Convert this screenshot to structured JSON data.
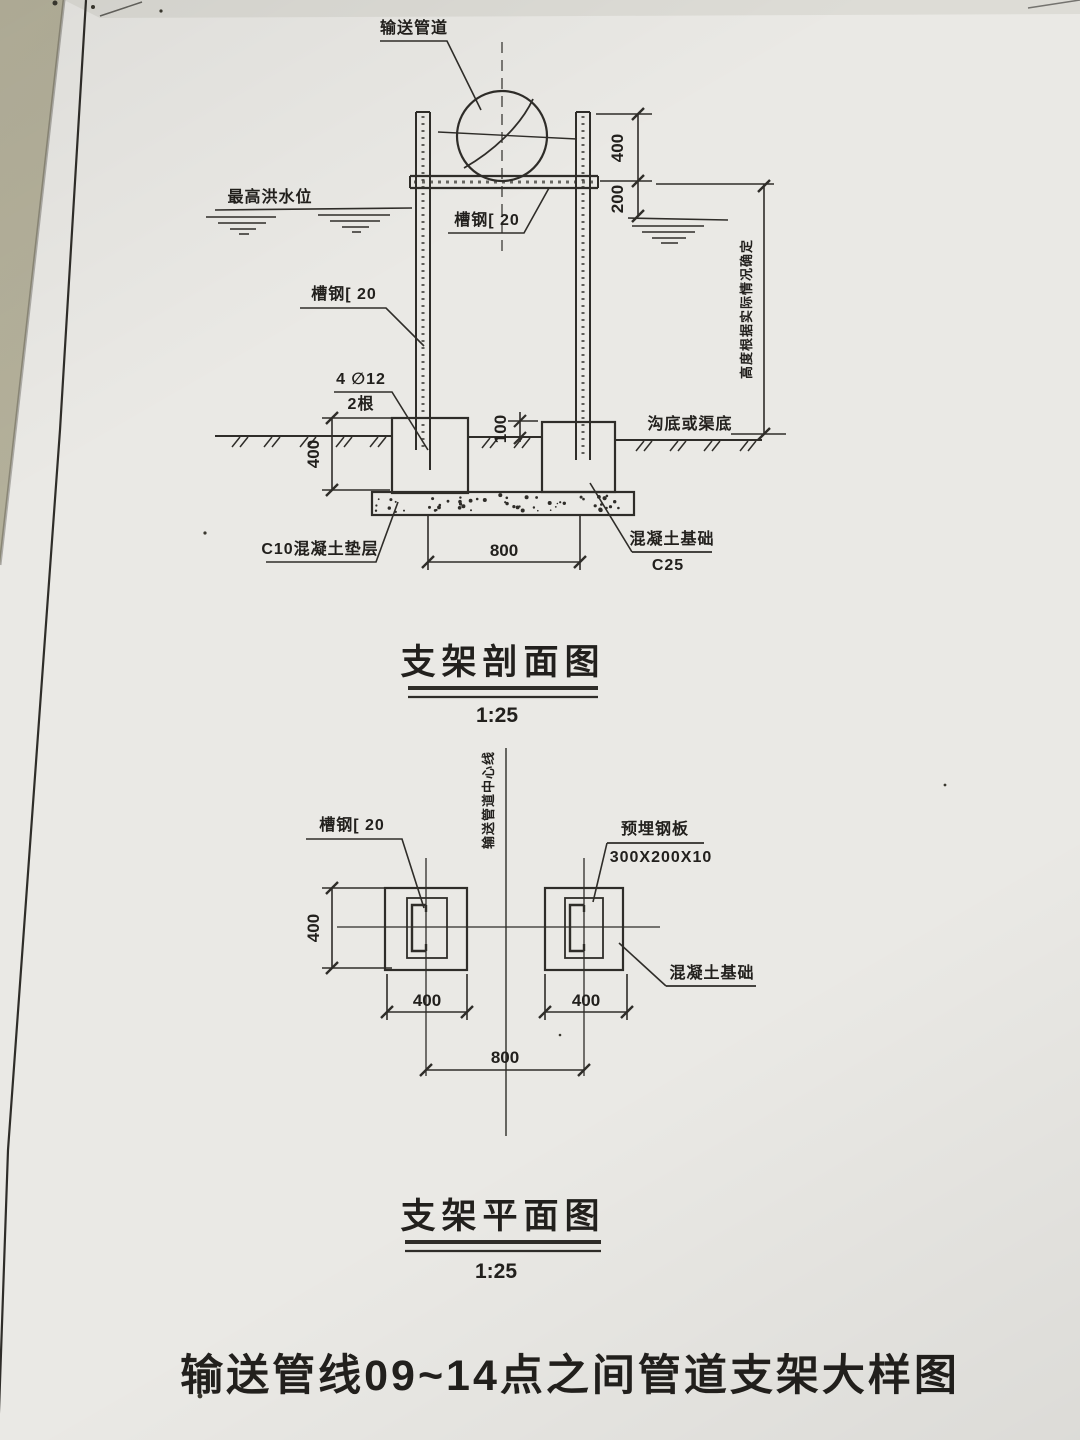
{
  "colors": {
    "paper": "#eae9e5",
    "background": "#aeab96",
    "ink": "#2f2d29"
  },
  "section": {
    "title": "支架剖面图",
    "scale": "1:25",
    "labels": {
      "pipe": "输送管道",
      "flood": "最高洪水位",
      "beam_channel": "槽钢[ 20",
      "post_channel": "槽钢[ 20",
      "rebar": "4 ∅12",
      "rebar_count": "2根",
      "trench": "沟底或渠底",
      "height_note": "高度根据实际情况确定",
      "cushion": "C10混凝土垫层",
      "foundation": "混凝土基础",
      "foundation_grade": "C25"
    },
    "dims": {
      "pipe_to_beam": "400",
      "beam_to_water": "200",
      "embed_depth": "400",
      "exposure": "100",
      "cushion_span": "800"
    }
  },
  "plan": {
    "title": "支架平面图",
    "scale": "1:25",
    "labels": {
      "centerline": "输送管道中心线",
      "channel": "槽钢[ 20",
      "plate": "预埋钢板",
      "plate_size": "300X200X10",
      "foundation": "混凝土基础"
    },
    "dims": {
      "footing_width_left": "400",
      "footing_width_right": "400",
      "footing_height": "400",
      "spacing": "800"
    }
  },
  "main_title": "输送管线09~14点之间管道支架大样图"
}
